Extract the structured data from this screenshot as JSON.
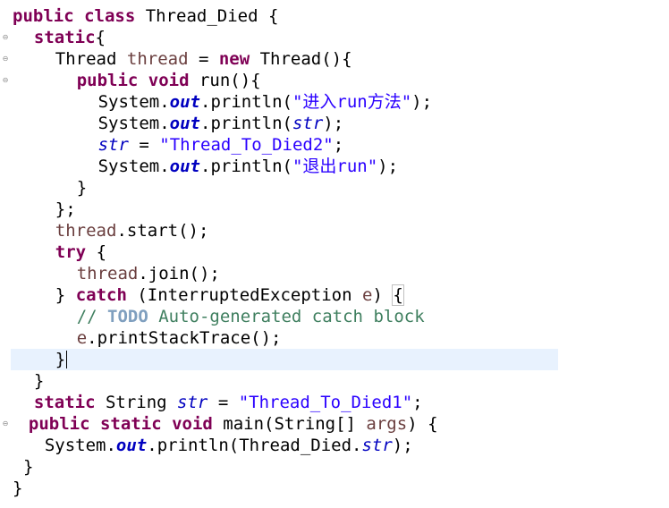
{
  "editor": {
    "lines": [
      {
        "indent": 0,
        "tokens": [
          {
            "t": "public class",
            "c": "kw"
          },
          {
            "t": " Thread_Died {",
            "c": ""
          }
        ]
      },
      {
        "indent": 2,
        "tokens": [
          {
            "t": "static",
            "c": "kw"
          },
          {
            "t": "{",
            "c": ""
          }
        ]
      },
      {
        "indent": 4,
        "tokens": [
          {
            "t": "Thread ",
            "c": ""
          },
          {
            "t": "thread",
            "c": "var"
          },
          {
            "t": " = ",
            "c": ""
          },
          {
            "t": "new",
            "c": "kw"
          },
          {
            "t": " Thread(){",
            "c": ""
          }
        ]
      },
      {
        "indent": 6,
        "tokens": [
          {
            "t": "public void",
            "c": "kw"
          },
          {
            "t": " run(){",
            "c": ""
          }
        ]
      },
      {
        "indent": 8,
        "tokens": [
          {
            "t": "System.",
            "c": ""
          },
          {
            "t": "out",
            "c": "sfld"
          },
          {
            "t": ".println(",
            "c": ""
          },
          {
            "t": "\"进入run方法\"",
            "c": "str"
          },
          {
            "t": ");",
            "c": ""
          }
        ]
      },
      {
        "indent": 8,
        "tokens": [
          {
            "t": "System.",
            "c": ""
          },
          {
            "t": "out",
            "c": "sfld"
          },
          {
            "t": ".println(",
            "c": ""
          },
          {
            "t": "str",
            "c": "fld"
          },
          {
            "t": ");",
            "c": ""
          }
        ]
      },
      {
        "indent": 8,
        "tokens": [
          {
            "t": "str",
            "c": "fld"
          },
          {
            "t": " = ",
            "c": ""
          },
          {
            "t": "\"Thread_To_Died2\"",
            "c": "str"
          },
          {
            "t": ";",
            "c": ""
          }
        ]
      },
      {
        "indent": 8,
        "tokens": [
          {
            "t": "System.",
            "c": ""
          },
          {
            "t": "out",
            "c": "sfld"
          },
          {
            "t": ".println(",
            "c": ""
          },
          {
            "t": "\"退出run\"",
            "c": "str"
          },
          {
            "t": ");",
            "c": ""
          }
        ]
      },
      {
        "indent": 6,
        "tokens": [
          {
            "t": "}",
            "c": ""
          }
        ]
      },
      {
        "indent": 4,
        "tokens": [
          {
            "t": "};",
            "c": ""
          }
        ]
      },
      {
        "indent": 4,
        "tokens": [
          {
            "t": "thread",
            "c": "var"
          },
          {
            "t": ".start();",
            "c": ""
          }
        ]
      },
      {
        "indent": 4,
        "tokens": [
          {
            "t": "try",
            "c": "kw"
          },
          {
            "t": " {",
            "c": ""
          }
        ]
      },
      {
        "indent": 6,
        "tokens": [
          {
            "t": "thread",
            "c": "var"
          },
          {
            "t": ".join();",
            "c": ""
          }
        ]
      },
      {
        "indent": 4,
        "tokens": [
          {
            "t": "} ",
            "c": ""
          },
          {
            "t": "catch",
            "c": "kw"
          },
          {
            "t": " (InterruptedException ",
            "c": ""
          },
          {
            "t": "e",
            "c": "var"
          },
          {
            "t": ") ",
            "c": ""
          },
          {
            "t": "{",
            "c": "brk"
          }
        ]
      },
      {
        "indent": 6,
        "tokens": [
          {
            "t": "// ",
            "c": "cmt"
          },
          {
            "t": "TODO",
            "c": "todo"
          },
          {
            "t": " Auto-generated catch block",
            "c": "cmt"
          }
        ]
      },
      {
        "indent": 6,
        "tokens": [
          {
            "t": "e",
            "c": "var"
          },
          {
            "t": ".printStackTrace();",
            "c": ""
          }
        ]
      },
      {
        "indent": 4,
        "tokens": [
          {
            "t": "}",
            "c": ""
          }
        ],
        "current": true
      },
      {
        "indent": 2,
        "tokens": [
          {
            "t": "}",
            "c": ""
          }
        ]
      },
      {
        "indent": 2,
        "tokens": [
          {
            "t": "static",
            "c": "kw"
          },
          {
            "t": " String ",
            "c": ""
          },
          {
            "t": "str",
            "c": "fld"
          },
          {
            "t": " = ",
            "c": ""
          },
          {
            "t": "\"Thread_To_Died1\"",
            "c": "str"
          },
          {
            "t": ";",
            "c": ""
          }
        ]
      },
      {
        "indent": 1.5,
        "tokens": [
          {
            "t": "public static void",
            "c": "kw"
          },
          {
            "t": " main(String[] ",
            "c": ""
          },
          {
            "t": "args",
            "c": "var"
          },
          {
            "t": ") {",
            "c": ""
          }
        ]
      },
      {
        "indent": 3,
        "tokens": [
          {
            "t": "System.",
            "c": ""
          },
          {
            "t": "out",
            "c": "sfld"
          },
          {
            "t": ".println(Thread_Died.",
            "c": ""
          },
          {
            "t": "str",
            "c": "fld"
          },
          {
            "t": ");",
            "c": ""
          }
        ]
      },
      {
        "indent": 1,
        "tokens": [
          {
            "t": "}",
            "c": ""
          }
        ]
      },
      {
        "indent": 0,
        "tokens": [
          {
            "t": "}",
            "c": ""
          }
        ]
      }
    ],
    "fold_markers": [
      1,
      2,
      3,
      19
    ]
  }
}
